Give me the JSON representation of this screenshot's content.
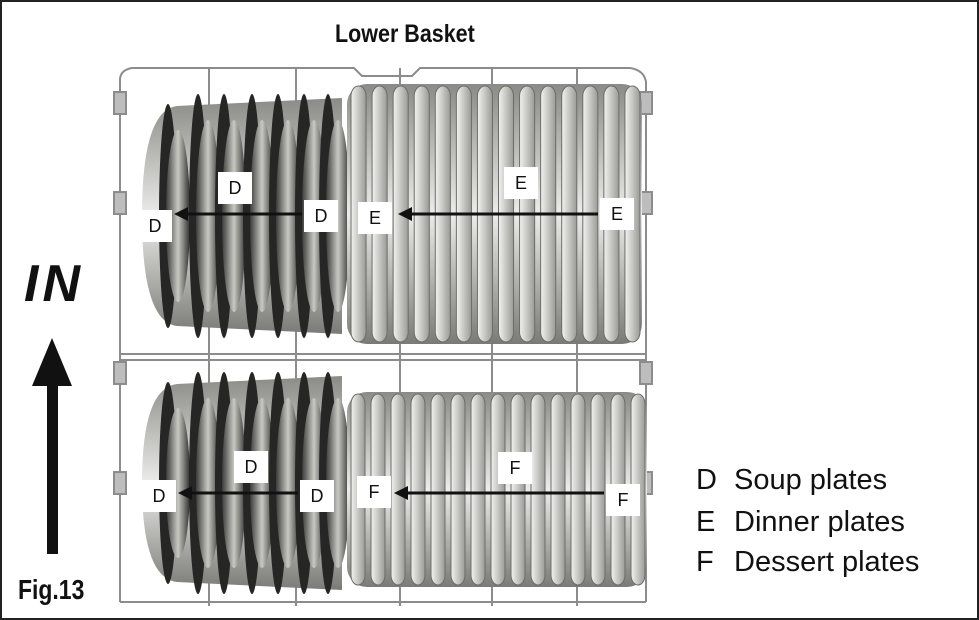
{
  "title": "Lower Basket",
  "direction_label": "IN",
  "figure_label": "Fig.13",
  "legend": [
    {
      "key": "D",
      "text": "Soup plates"
    },
    {
      "key": "E",
      "text": "Dinner plates"
    },
    {
      "key": "F",
      "text": "Dessert plates"
    }
  ],
  "plate_labels": {
    "upper": [
      "D",
      "D",
      "D",
      "E",
      "E",
      "E"
    ],
    "lower": [
      "D",
      "D",
      "D",
      "F",
      "F",
      "F"
    ]
  },
  "colors": {
    "line": "#111111",
    "plate_light": "#e2e2de",
    "plate_dark": "#4a4a48"
  }
}
